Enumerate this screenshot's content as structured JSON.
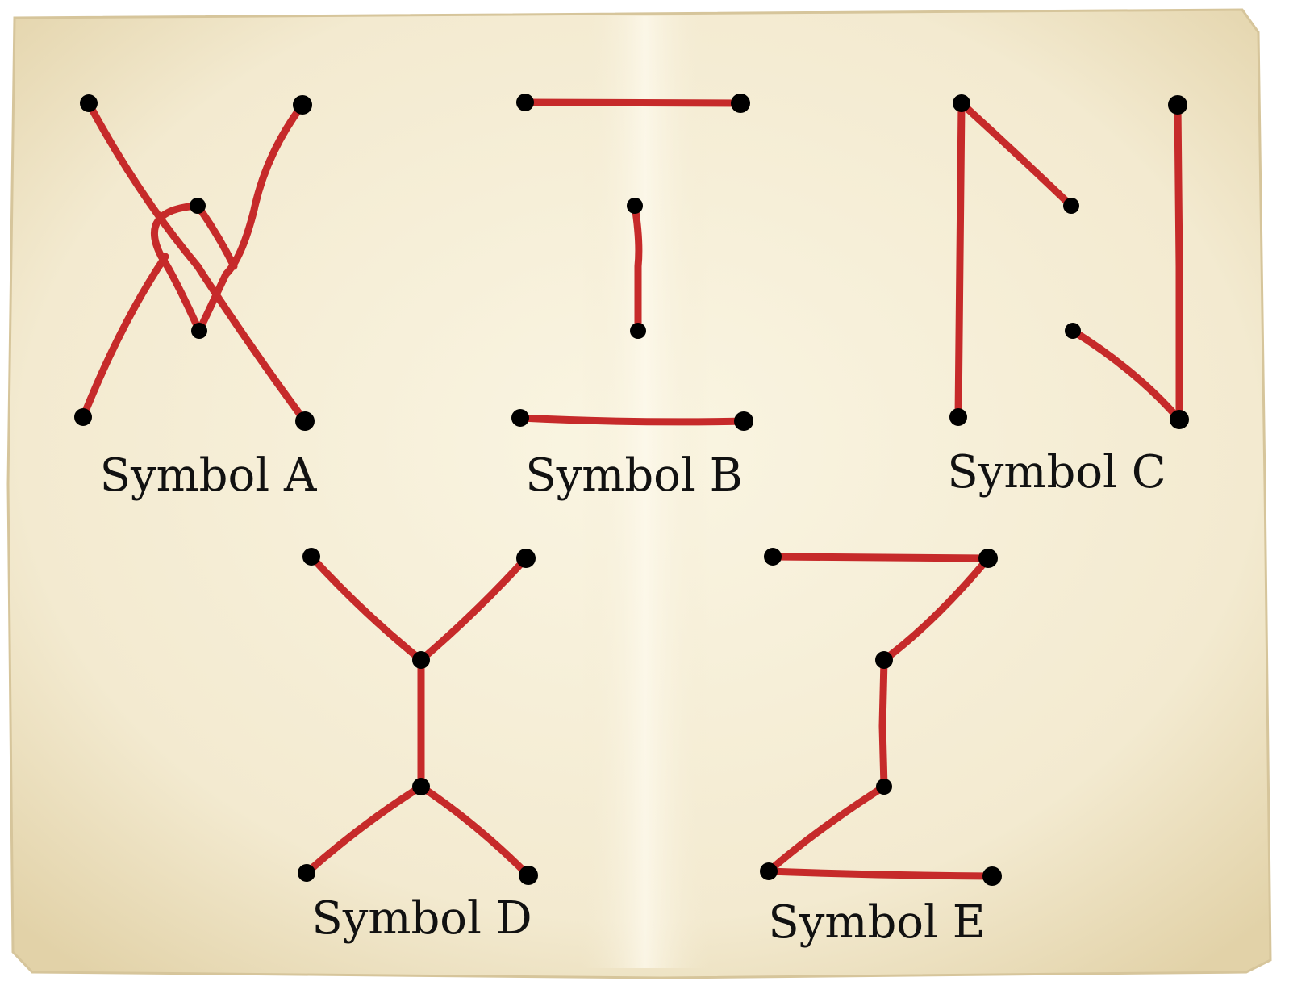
{
  "colors": {
    "paper": "#f4edd2",
    "paper_edge": "#d9c9a0",
    "line": "#c62a2a",
    "dot": "#000000",
    "text": "#111111"
  },
  "symbols": {
    "a": {
      "label": "Symbol A"
    },
    "b": {
      "label": "Symbol B"
    },
    "c": {
      "label": "Symbol C"
    },
    "d": {
      "label": "Symbol D"
    },
    "e": {
      "label": "Symbol E"
    }
  }
}
